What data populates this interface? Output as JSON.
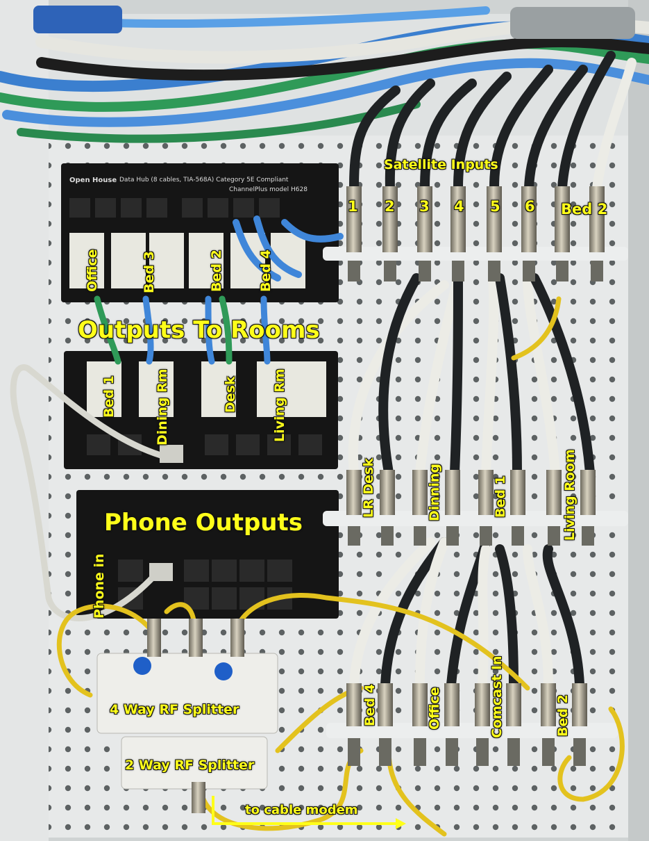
{
  "image": {
    "description": "",
    "colors": {
      "label": "#ffff1a",
      "panel_white": "#e8eaea",
      "module_black": "#161616",
      "yellow_coax": "#e3c21e",
      "blue_cat5": "#3f86d9",
      "green_cat5": "#2f9a58"
    }
  },
  "labels": {
    "satellite_inputs": "Satellite Inputs",
    "input_numbers": [
      "1",
      "2",
      "3",
      "4",
      "5",
      "6",
      "Bed 2"
    ],
    "outputs_to_rooms": "Outputs To Rooms",
    "data_hub_ports": [
      "Office",
      "Bed 3",
      "Bed 2",
      "Bed 4"
    ],
    "data_hub_ports_lower": [
      "Bed 1",
      "Dining Rm",
      "Desk",
      "Living Rm"
    ],
    "coax_middle": [
      "LR Desk",
      "Dinning",
      "Bed 1",
      "Living Room"
    ],
    "phone_outputs": "Phone Outputs",
    "phone_in": "Phone in",
    "coax_lower": [
      "Bed 4",
      "Office",
      "Comcast In",
      "Bed 2"
    ],
    "four_way_splitter": "4 Way RF Splitter",
    "two_way_splitter": "2 Way RF Splitter",
    "to_cable_modem": "to cable modem"
  },
  "module_print": {
    "data_hub_title": "Data Hub (8 cables, TIA-568A) Category 5E Compliant",
    "data_hub_model": "ChannelPlus model H628",
    "brand": "Open House"
  }
}
